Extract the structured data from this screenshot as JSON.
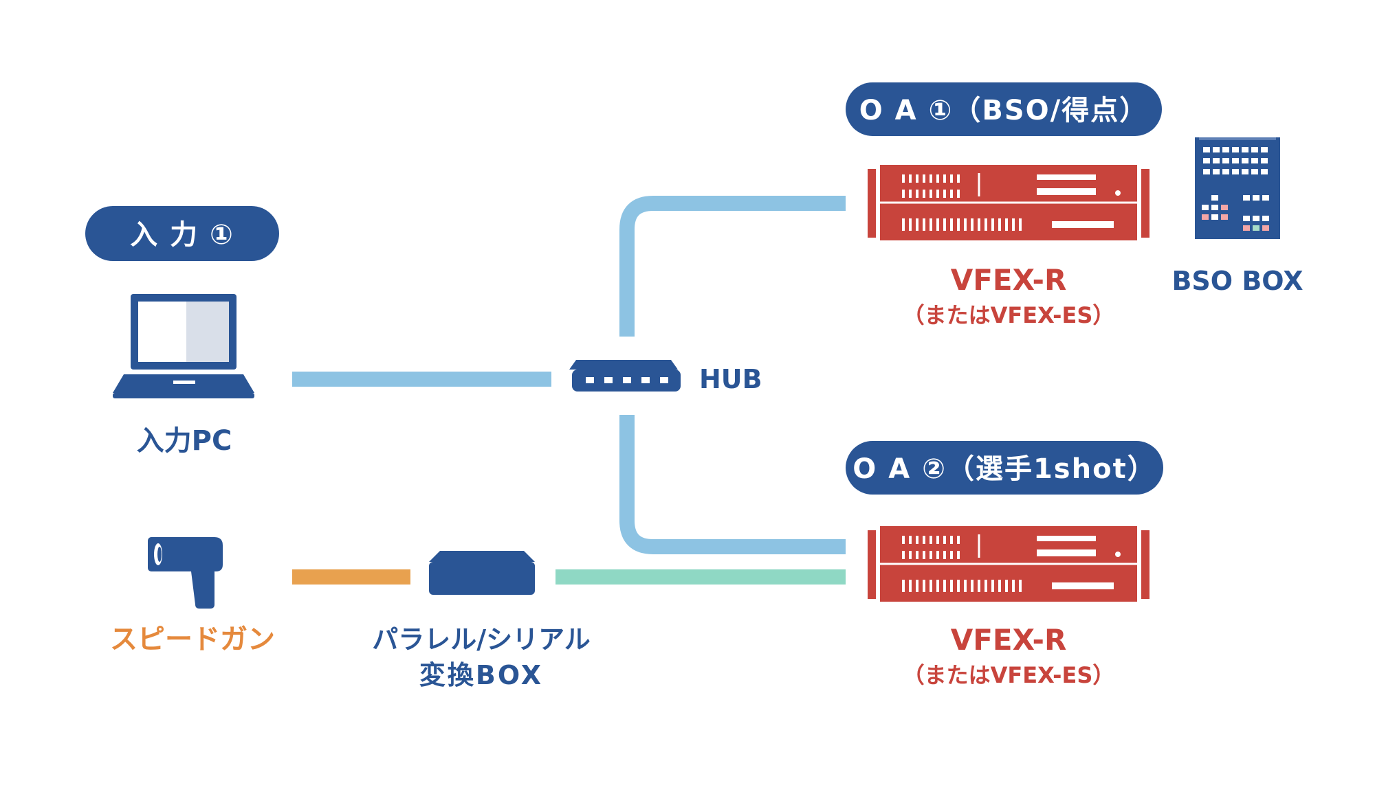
{
  "badges": {
    "input": "入 力 ①",
    "oa1": "O A ①（BSO/得点）",
    "oa2": "O A ②（選手1shot）"
  },
  "labels": {
    "input_pc": "入力PC",
    "hub": "HUB",
    "speed_gun": "スピードガン",
    "converter_line1": "パラレル/シリアル",
    "converter_line2": "変換BOX",
    "vfex1_name": "VFEX-R",
    "vfex1_alt": "（またはVFEX-ES）",
    "vfex2_name": "VFEX-R",
    "vfex2_alt": "（またはVFEX-ES）",
    "bso_box": "BSO BOX"
  },
  "icons": {
    "laptop": "laptop-icon",
    "hub": "network-hub-icon",
    "speed_gun": "speed-gun-icon",
    "converter": "converter-box-icon",
    "server1": "rack-server-icon",
    "server2": "rack-server-icon",
    "bso_box": "bso-box-icon"
  },
  "colors": {
    "navy": "#2a5595",
    "red": "#c8443c",
    "orange": "#e5893c",
    "line_blue": "#8dc3e3",
    "line_orange": "#e8a14f",
    "line_green": "#8fd8c4",
    "screen_light": "#d9dfe9"
  }
}
